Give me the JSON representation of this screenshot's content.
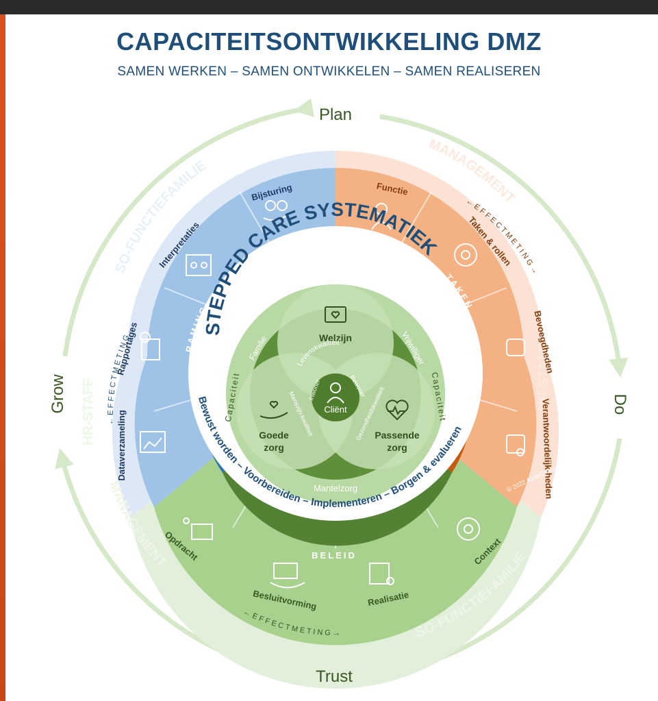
{
  "title": "CAPACITEITSONTWIKKELING DMZ",
  "subtitle": "SAMEN WERKEN – SAMEN ONTWIKKELEN – SAMEN REALISEREN",
  "cycle": {
    "plan": "Plan",
    "do": "Do",
    "trust": "Trust",
    "grow": "Grow"
  },
  "outer_ring": {
    "so_top": "SO-FUNCTIEFAMILIE",
    "management_top": "MANAGEMENT",
    "hr_right": "HR-STAFF",
    "hr_left": "HR-STAFF",
    "management_bottom": "MANAGEMENT",
    "so_bottom": "SO-FUNCTIEFAMILIE",
    "effectmeting_blue": "← E F F E C T M E T I N G →",
    "effectmeting_orange": "← E F F E C T M E T I N G →",
    "effectmeting_green": "← E F F E C T M E T I N G →"
  },
  "raming": {
    "label": "RAMING",
    "segments": [
      "Bijsturing",
      "Interpretaties",
      "Rapportages",
      "Dataverzameling"
    ]
  },
  "taken": {
    "label": "TAKEN",
    "segments": [
      "Functie",
      "Taken & rollen",
      "Bevoegdheden",
      "Verantwoordelijk-heden"
    ]
  },
  "beleid": {
    "label": "BELEID",
    "segments": [
      "Opdracht",
      "Besluitvorming",
      "Realisatie",
      "Context"
    ]
  },
  "stepped_care": "STEPPED CARE SYSTEMATIEK",
  "phases": "Bewust worden – Voorbereiden – Implementeren – Borgen & evalueren",
  "copyright": "© 2022 AssieGroup",
  "core": {
    "welzijn": "Welzijn",
    "goede_zorg_1": "Goede",
    "goede_zorg_2": "zorg",
    "passende_zorg_1": "Passende",
    "passende_zorg_2": "zorg",
    "client": "Cliënt",
    "familie": "Familie",
    "vrijwilliger": "Vrijwilliger",
    "mantelzorg": "Mantelzorg",
    "capaciteit_left": "Capaciteit",
    "capaciteit_right": "Capaciteit",
    "levenskwaliteit": "Levenskwaliteit",
    "menszijn": "Menszijn-kwaliteit",
    "gezondheid": "Gezondheidskwaliteit",
    "inwoner": "Inwoner",
    "bewoner": "Bewoner"
  },
  "colors": {
    "title": "#1f4e79",
    "blue_outer": "#dce8f5",
    "blue_segments": "#9fc2e7",
    "blue_ring": "#2e75b6",
    "orange_outer": "#fbe2d4",
    "orange_segments": "#f4b183",
    "orange_ring": "#c55a11",
    "green_outer": "#e2efda",
    "green_segments": "#a9d18e",
    "green_ring": "#548235",
    "core_light": "#c5e0b4",
    "core_dark": "#4e7d2e",
    "cycle_text": "#385723",
    "cycle_arrow": "#d5e8c8"
  }
}
